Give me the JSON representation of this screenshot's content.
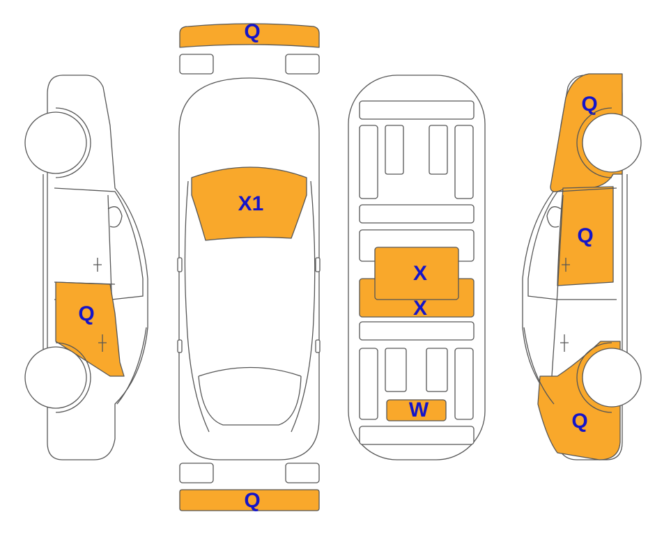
{
  "colors": {
    "highlight": "#F9A82B",
    "label": "#1515C8",
    "outline": "#555555",
    "background": "#FFFFFF"
  },
  "labels": {
    "front_bumper": "Q",
    "rear_bumper": "Q",
    "windshield": "X1",
    "left_rear_door": "Q",
    "roof_center": "X",
    "floor_center": "X",
    "trunk_floor": "W",
    "right_front_fender": "Q",
    "right_front_door": "Q",
    "right_rear_quarter": "Q"
  }
}
